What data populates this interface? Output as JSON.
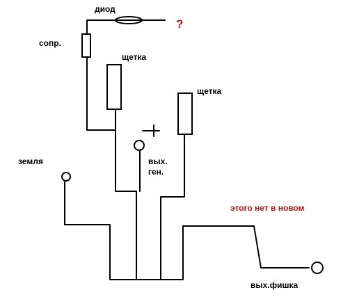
{
  "labels": {
    "diode": "диод",
    "question": "?",
    "resistor": "сопр.",
    "brush_1": "щетка",
    "brush_2": "щетка",
    "plus": "+",
    "ground": "земля",
    "gen_out_line1": "вых.",
    "gen_out_line2": "ген.",
    "not_in_new": "этого нет в новом",
    "plug_out": "вых.фишка"
  },
  "colors": {
    "ink": "#000000",
    "note_red": "#b01515",
    "paper": "#ffffff"
  }
}
